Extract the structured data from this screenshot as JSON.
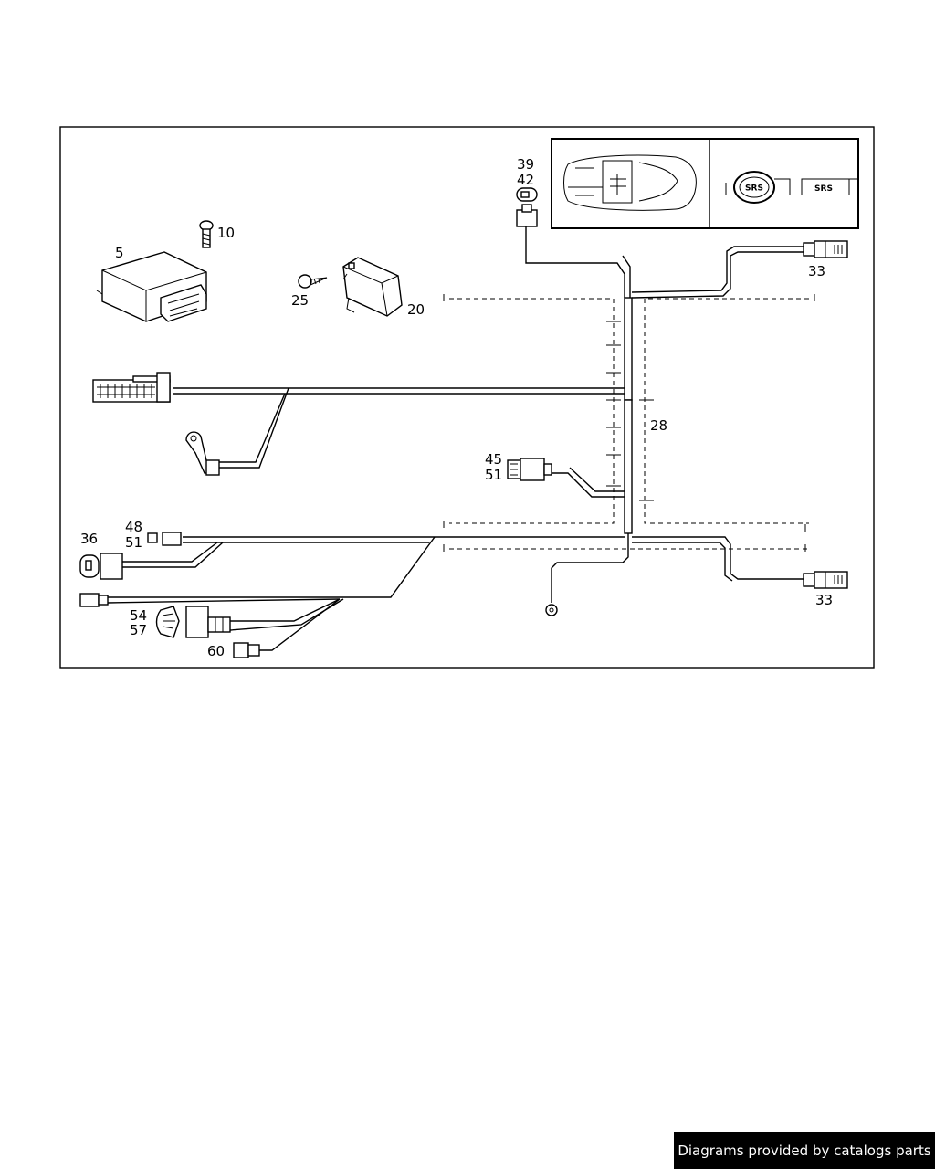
{
  "callouts": {
    "p5": "5",
    "p10": "10",
    "p20": "20",
    "p25": "25",
    "p28": "28",
    "p33_top": "33",
    "p33_bottom": "33",
    "p36": "36",
    "p39": "39",
    "p42": "42",
    "p45": "45",
    "p51_mid": "51",
    "p48": "48",
    "p51_left": "51",
    "p54": "54",
    "p57": "57",
    "p60": "60"
  },
  "badges": {
    "srs_wheel": "SRS",
    "srs_dash": "SRS"
  },
  "footer": {
    "text": "Diagrams provided by catalogs parts"
  }
}
